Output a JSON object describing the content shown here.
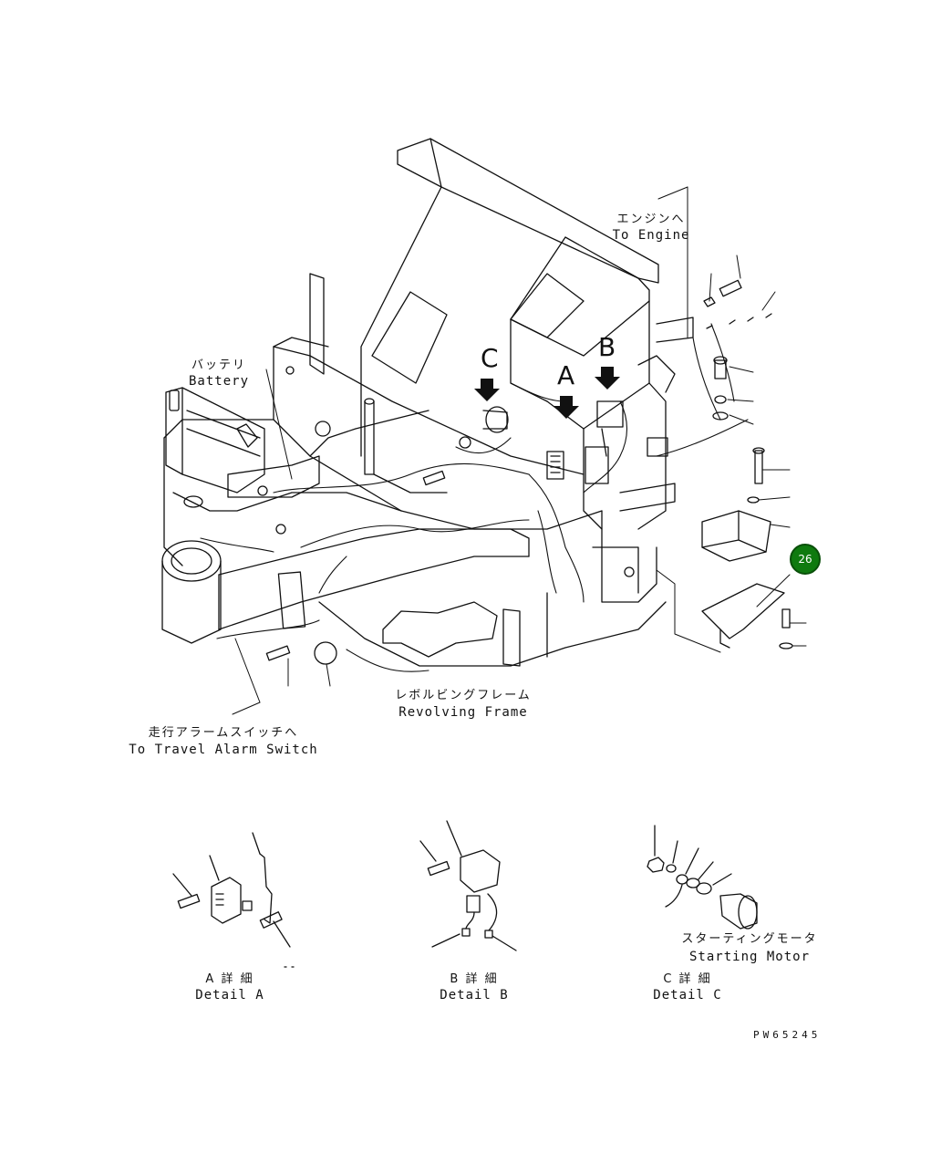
{
  "labels": {
    "engine_jp": "エンジンへ",
    "engine_en": "To Engine",
    "battery_jp": "バッテリ",
    "battery_en": "Battery",
    "frame_jp": "レボルビングフレーム",
    "frame_en": "Revolving Frame",
    "alarm_jp": "走行アラームスイッチへ",
    "alarm_en": "To Travel Alarm Switch",
    "motor_jp": "スターティングモータ",
    "motor_en": "Starting Motor",
    "view_a": "A",
    "view_b": "B",
    "view_c": "C"
  },
  "details": [
    {
      "jp": "A 詳 細",
      "en": "Detail A"
    },
    {
      "jp": "B 詳 細",
      "en": "Detail B"
    },
    {
      "jp": "C 詳 細",
      "en": "Detail C"
    }
  ],
  "callout": {
    "number": "26",
    "color": "#0f7a0f"
  },
  "drawing_code": "PW65245"
}
